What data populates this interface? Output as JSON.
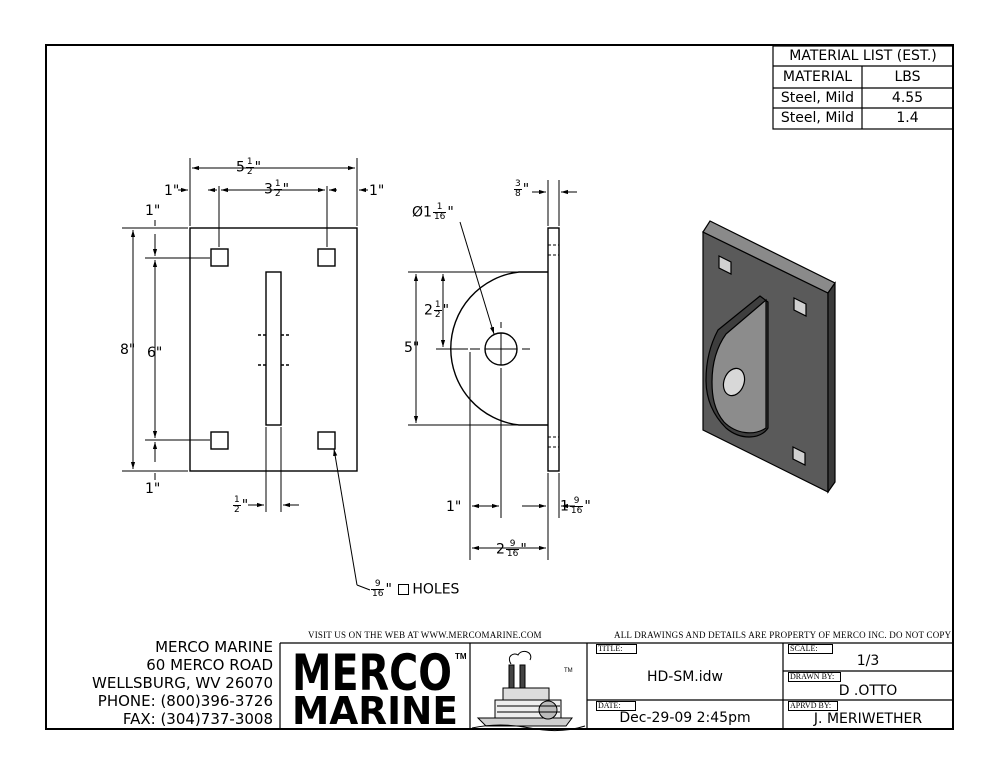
{
  "material_list": {
    "title": "MATERIAL LIST (EST.)",
    "headers": [
      "MATERIAL",
      "LBS"
    ],
    "rows": [
      {
        "material": "Steel, Mild",
        "lbs": "4.55"
      },
      {
        "material": "Steel, Mild",
        "lbs": "1.4"
      }
    ]
  },
  "dimensions": {
    "overall_width": {
      "whole": "5",
      "num": "1",
      "den": "2",
      "unit": "\""
    },
    "hole_spacing_x": {
      "whole": "3",
      "num": "1",
      "den": "2",
      "unit": "\""
    },
    "edge_left": "1\"",
    "edge_right": "1\"",
    "edge_top": "1\"",
    "edge_bottom": "1\"",
    "overall_height": "8\"",
    "hole_spacing_y": "6\"",
    "slot_width": {
      "whole": "",
      "num": "1",
      "den": "2",
      "unit": "\""
    },
    "hole_size": {
      "whole": "",
      "num": "9",
      "den": "16",
      "unit": "\""
    },
    "hole_label": "HOLES",
    "thickness": {
      "whole": "",
      "num": "3",
      "den": "8",
      "unit": "\""
    },
    "pin_dia": {
      "prefix": "Ø1",
      "num": "1",
      "den": "16",
      "unit": "\""
    },
    "center_height": {
      "whole": "2",
      "num": "1",
      "den": "2",
      "unit": "\""
    },
    "lug_height": "5\"",
    "lug_offset": "1\"",
    "lug_depth": {
      "whole": "1",
      "num": "9",
      "den": "16",
      "unit": "\""
    },
    "total_depth": {
      "whole": "2",
      "num": "9",
      "den": "16",
      "unit": "\""
    }
  },
  "notices": {
    "web": "VISIT US ON THE WEB AT WWW.MERCOMARINE.COM",
    "property": "ALL DRAWINGS AND DETAILS ARE PROPERTY OF MERCO INC. DO NOT COPY"
  },
  "company": {
    "name": "MERCO MARINE",
    "street": "60 MERCO ROAD",
    "city": "WELLSBURG, WV 26070",
    "phone": "PHONE: (800)396-3726",
    "fax": "FAX: (304)737-3008"
  },
  "logo": {
    "line1": "MERCO",
    "line2": "MARINE",
    "tm": "TM"
  },
  "title_block": {
    "title_label": "TITLE:",
    "title": "HD-SM.idw",
    "date_label": "DATE:",
    "date": "Dec-29-09 2:45pm",
    "scale_label": "SCALE:",
    "scale": "1/3",
    "drawn_label": "DRAWN BY:",
    "drawn_by": "D .OTTO",
    "approved_label": "APRVD BY:",
    "approved_by": "J. MERIWETHER"
  }
}
